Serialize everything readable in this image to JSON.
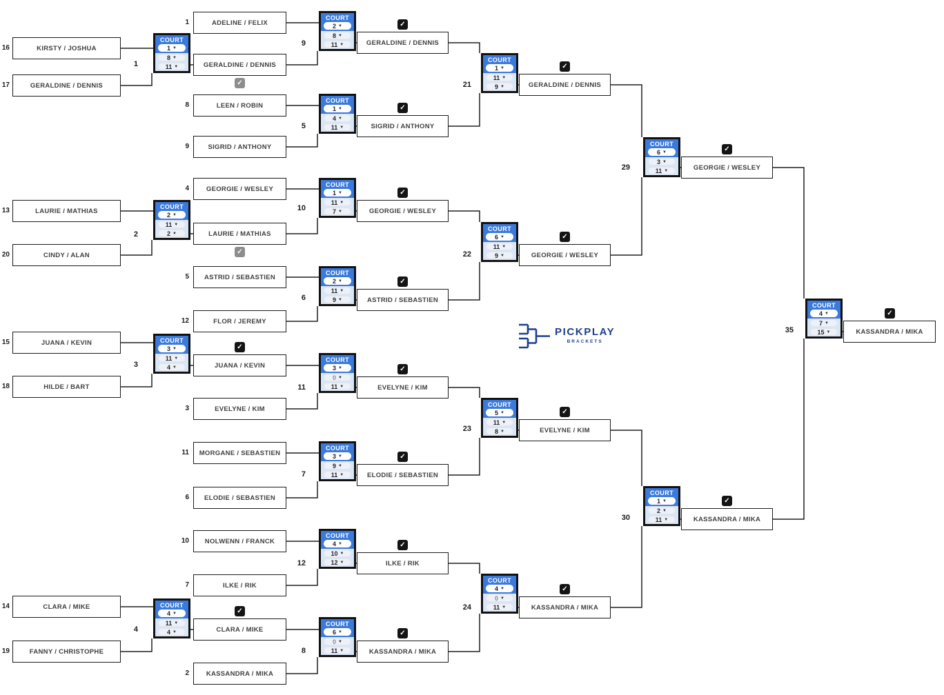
{
  "logo": {
    "name": "PICKPLAY",
    "tagline": "BRACKETS"
  },
  "labels": {
    "court": "COURT"
  },
  "colors": {
    "header_blue": "#3b7add",
    "panel_blue": "#d9e6f7",
    "check_black": "#141414",
    "check_gray": "#8d8d8d",
    "navy": "#1c3f8e"
  },
  "round1": [
    {
      "seed": "16",
      "team": "KIRSTY / JOSHUA"
    },
    {
      "seed": "17",
      "team": "GERALDINE / DENNIS"
    },
    {
      "seed": "13",
      "team": "LAURIE / MATHIAS"
    },
    {
      "seed": "20",
      "team": "CINDY / ALAN"
    },
    {
      "seed": "15",
      "team": "JUANA / KEVIN"
    },
    {
      "seed": "18",
      "team": "HILDE / BART"
    },
    {
      "seed": "14",
      "team": "CLARA / MIKE"
    },
    {
      "seed": "19",
      "team": "FANNY / CHRISTOPHE"
    }
  ],
  "round2": [
    {
      "seed": "1",
      "team": "ADELINE / FELIX"
    },
    {
      "seed": "",
      "team": "GERALDINE / DENNIS"
    },
    {
      "seed": "8",
      "team": "LEEN / ROBIN"
    },
    {
      "seed": "9",
      "team": "SIGRID / ANTHONY"
    },
    {
      "seed": "4",
      "team": "GEORGIE / WESLEY"
    },
    {
      "seed": "",
      "team": "LAURIE / MATHIAS"
    },
    {
      "seed": "5",
      "team": "ASTRID / SEBASTIEN"
    },
    {
      "seed": "12",
      "team": "FLOR / JEREMY"
    },
    {
      "seed": "",
      "team": "JUANA / KEVIN"
    },
    {
      "seed": "3",
      "team": "EVELYNE / KIM"
    },
    {
      "seed": "11",
      "team": "MORGANE / SEBASTIEN"
    },
    {
      "seed": "6",
      "team": "ELODIE / SEBASTIEN"
    },
    {
      "seed": "10",
      "team": "NOLWENN / FRANCK"
    },
    {
      "seed": "7",
      "team": "ILKE / RIK"
    },
    {
      "seed": "",
      "team": "CLARA / MIKE"
    },
    {
      "seed": "2",
      "team": "KASSANDRA / MIKA"
    }
  ],
  "round3": [
    "GERALDINE / DENNIS",
    "SIGRID / ANTHONY",
    "GEORGIE / WESLEY",
    "ASTRID / SEBASTIEN",
    "EVELYNE / KIM",
    "ELODIE / SEBASTIEN",
    "ILKE / RIK",
    "KASSANDRA / MIKA"
  ],
  "round4": [
    "GERALDINE / DENNIS",
    "GEORGIE / WESLEY",
    "EVELYNE / KIM",
    "KASSANDRA / MIKA"
  ],
  "round5": [
    "GEORGIE / WESLEY",
    "KASSANDRA / MIKA"
  ],
  "champion": "KASSANDRA / MIKA",
  "matches": {
    "m1": {
      "number": "1",
      "court": "1",
      "score_top": "8",
      "score_bottom": "11"
    },
    "m2": {
      "number": "2",
      "court": "2",
      "score_top": "11",
      "score_bottom": "2"
    },
    "m3": {
      "number": "3",
      "court": "3",
      "score_top": "11",
      "score_bottom": "4"
    },
    "m4": {
      "number": "4",
      "court": "4",
      "score_top": "11",
      "score_bottom": "4"
    },
    "m9": {
      "number": "9",
      "court": "2",
      "score_top": "8",
      "score_bottom": "11"
    },
    "m5": {
      "number": "5",
      "court": "1",
      "score_top": "4",
      "score_bottom": "11"
    },
    "m10": {
      "number": "10",
      "court": "1",
      "score_top": "11",
      "score_bottom": "7"
    },
    "m6": {
      "number": "6",
      "court": "2",
      "score_top": "11",
      "score_bottom": "9"
    },
    "m11": {
      "number": "11",
      "court": "3",
      "score_top": "0",
      "score_bottom": "11"
    },
    "m7": {
      "number": "7",
      "court": "3",
      "score_top": "9",
      "score_bottom": "11"
    },
    "m12": {
      "number": "12",
      "court": "4",
      "score_top": "10",
      "score_bottom": "12"
    },
    "m8": {
      "number": "8",
      "court": "6",
      "score_top": "0",
      "score_bottom": "11"
    },
    "m21": {
      "number": "21",
      "court": "1",
      "score_top": "11",
      "score_bottom": "9"
    },
    "m22": {
      "number": "22",
      "court": "6",
      "score_top": "11",
      "score_bottom": "9"
    },
    "m23": {
      "number": "23",
      "court": "5",
      "score_top": "11",
      "score_bottom": "8"
    },
    "m24": {
      "number": "24",
      "court": "4",
      "score_top": "0",
      "score_bottom": "11"
    },
    "m29": {
      "number": "29",
      "court": "6",
      "score_top": "3",
      "score_bottom": "11"
    },
    "m30": {
      "number": "30",
      "court": "1",
      "score_top": "2",
      "score_bottom": "11"
    },
    "m35": {
      "number": "35",
      "court": "4",
      "score_top": "7",
      "score_bottom": "15"
    }
  }
}
